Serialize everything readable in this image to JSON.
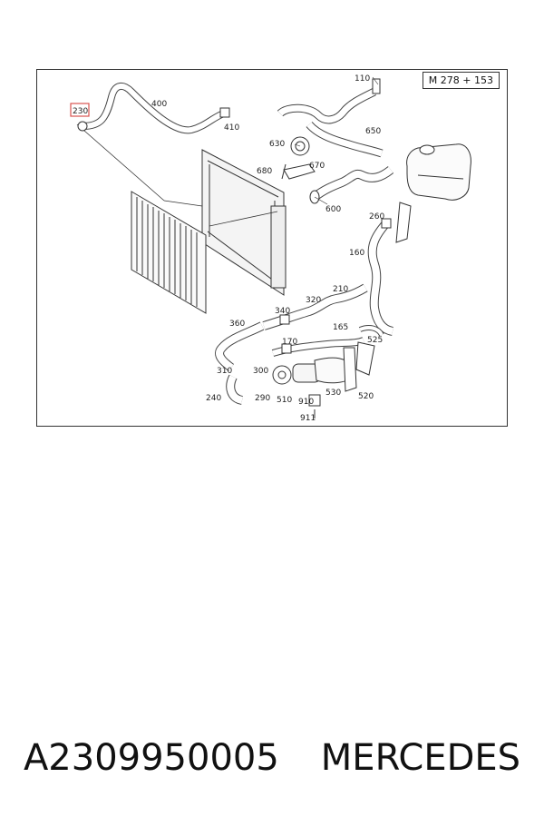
{
  "diagram": {
    "model_code": "M 278 + 153",
    "highlighted_part": "230",
    "highlight_color": "#d9534f",
    "part_labels": [
      "230",
      "400",
      "410",
      "110",
      "650",
      "630",
      "670",
      "680",
      "600",
      "260",
      "160",
      "210",
      "320",
      "340",
      "360",
      "165",
      "170",
      "525",
      "310",
      "300",
      "240",
      "290",
      "510",
      "910",
      "530",
      "520",
      "911"
    ]
  },
  "footer": {
    "part_number": "A2309950005",
    "brand": "MERCEDES"
  }
}
